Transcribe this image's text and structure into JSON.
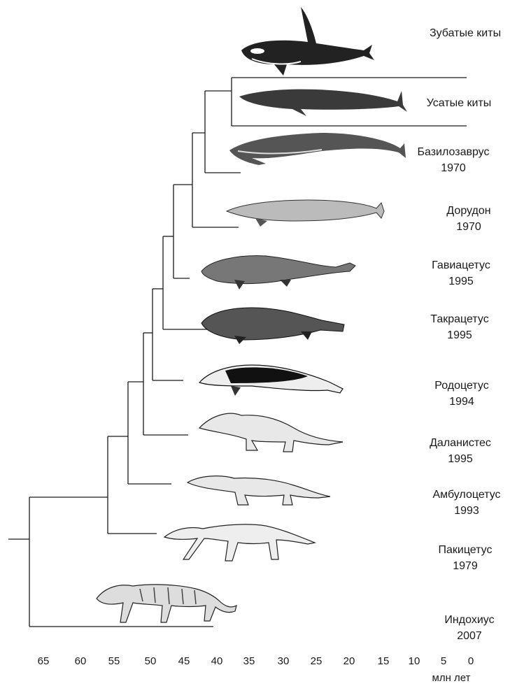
{
  "taxa": [
    {
      "name": "Зубатые киты",
      "year": ""
    },
    {
      "name": "Усатые киты",
      "year": ""
    },
    {
      "name": "Базилозаврус",
      "year": "1970"
    },
    {
      "name": "Дорудон",
      "year": "1970"
    },
    {
      "name": "Гавиацетус",
      "year": "1995"
    },
    {
      "name": "Такрацетус",
      "year": "1995"
    },
    {
      "name": "Родоцетус",
      "year": "1994"
    },
    {
      "name": "Даланистес",
      "year": "1995"
    },
    {
      "name": "Амбулоцетус",
      "year": "1993"
    },
    {
      "name": "Пакицетус",
      "year": "1979"
    },
    {
      "name": "Индохиус",
      "year": "2007"
    }
  ],
  "axis": {
    "ticks": [
      "65",
      "60",
      "55",
      "50",
      "45",
      "40",
      "35",
      "30",
      "25",
      "20",
      "15",
      "10",
      "5",
      "0"
    ],
    "unit": "млн лет"
  },
  "colors": {
    "line": "#1a1a1a",
    "animal_fill": "#d9d9d9",
    "animal_dark": "#222222"
  },
  "icons": [
    "orca-icon",
    "baleen-whale-icon",
    "basilosaurus-icon",
    "dorudon-icon",
    "gaviacetus-icon",
    "takracetus-icon",
    "rodhocetus-icon",
    "dalanistes-icon",
    "ambulocetus-icon",
    "pakicetus-icon",
    "indohyus-icon"
  ]
}
